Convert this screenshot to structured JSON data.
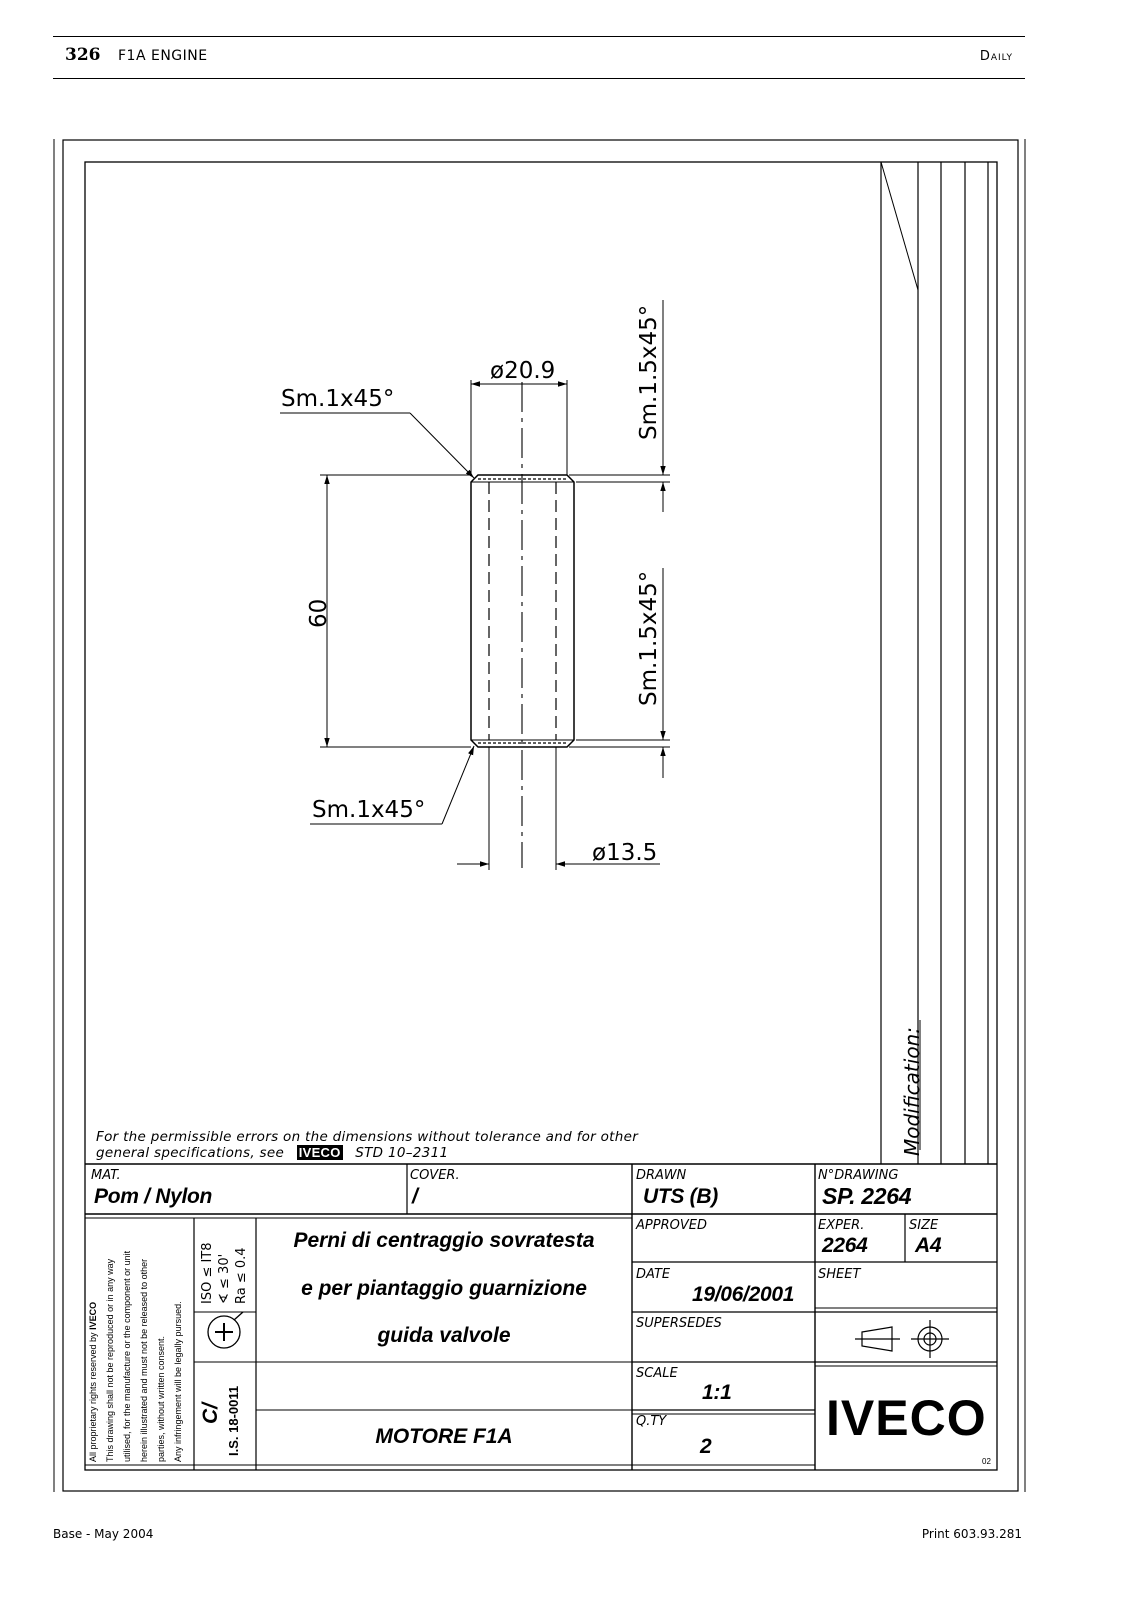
{
  "header": {
    "page_number": "326",
    "section": "F1A ENGINE",
    "model": "Daily"
  },
  "footer": {
    "left": "Base - May 2004",
    "right": "Print 603.93.281"
  },
  "drawing": {
    "dimensions": {
      "top_diameter": "ø20.9",
      "bottom_diameter": "ø13.5",
      "length": "60",
      "chamfer_top_left": "Sm.1x45°",
      "chamfer_bottom_left": "Sm.1x45°",
      "chamfer_right_top": "Sm.1.5x45°",
      "chamfer_right_bottom": "Sm.1.5x45°"
    },
    "modification_label": "Modification:",
    "tolerance_note_line1": "For the permissible errors on the dimensions without tolerance and for other",
    "tolerance_note_line2_a": "general specifications, see",
    "tolerance_note_line2_b": "IVECO",
    "tolerance_note_line2_c": "STD 10–2311"
  },
  "title_block": {
    "mat_label": "MAT.",
    "mat_value": "Pom / Nylon",
    "cover_label": "COVER.",
    "cover_value": "/",
    "drawn_label": "DRAWN",
    "drawn_value": "UTS (B)",
    "ndrawing_label": "N°DRAWING",
    "ndrawing_value": "SP. 2264",
    "approved_label": "APPROVED",
    "exper_label": "EXPER.",
    "exper_value": "2264",
    "size_label": "SIZE",
    "size_value": "A4",
    "date_label": "DATE",
    "date_value": "19/06/2001",
    "sheet_label": "SHEET",
    "supersedes_label": "SUPERSEDES",
    "scale_label": "SCALE",
    "scale_value": "1:1",
    "qty_label": "Q.TY",
    "qty_value": "2",
    "description_line1": "Perni di centraggio sovratesta",
    "description_line2": "e per piantaggio guarnizione",
    "description_line3": "guida valvole",
    "part_name": "MOTORE F1A",
    "iso_line1": "ISO ≤ IT8",
    "iso_line2": "∢ ≤ 30'",
    "iso_line3": "Ra ≤ 0.4",
    "class_value": "C/",
    "is_value": "I.S. 18-0011",
    "logo_text": "IVECO",
    "revision": "02",
    "rights_line1_a": "All proprietary rights reserved by",
    "rights_line1_b": "IVECO",
    "rights_line2": "This drawing shall not be reproduced or in any way",
    "rights_line3": "utilised, for the manufacture or the component or unit",
    "rights_line4": "herein illustrated and must not be released to other",
    "rights_line5": "parties, without written consent.",
    "rights_line6": "Any infringement will be legally pursued."
  }
}
